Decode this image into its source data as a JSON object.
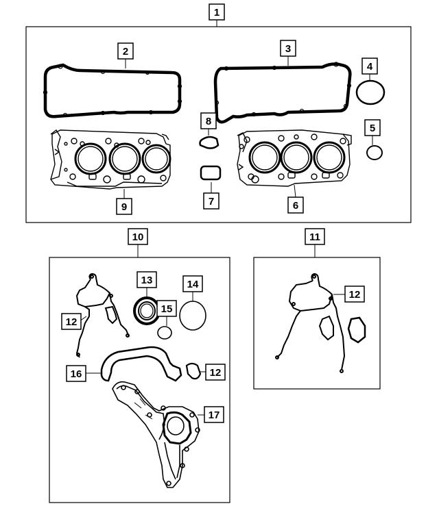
{
  "diagram": {
    "callouts": {
      "c1": "1",
      "c2": "2",
      "c3": "3",
      "c4": "4",
      "c5": "5",
      "c6": "6",
      "c7": "7",
      "c8": "8",
      "c9": "9",
      "c10": "10",
      "c11": "11",
      "c12a": "12",
      "c12b": "12",
      "c12c": "12",
      "c13": "13",
      "c14": "14",
      "c15": "15",
      "c16": "16",
      "c17": "17"
    }
  }
}
